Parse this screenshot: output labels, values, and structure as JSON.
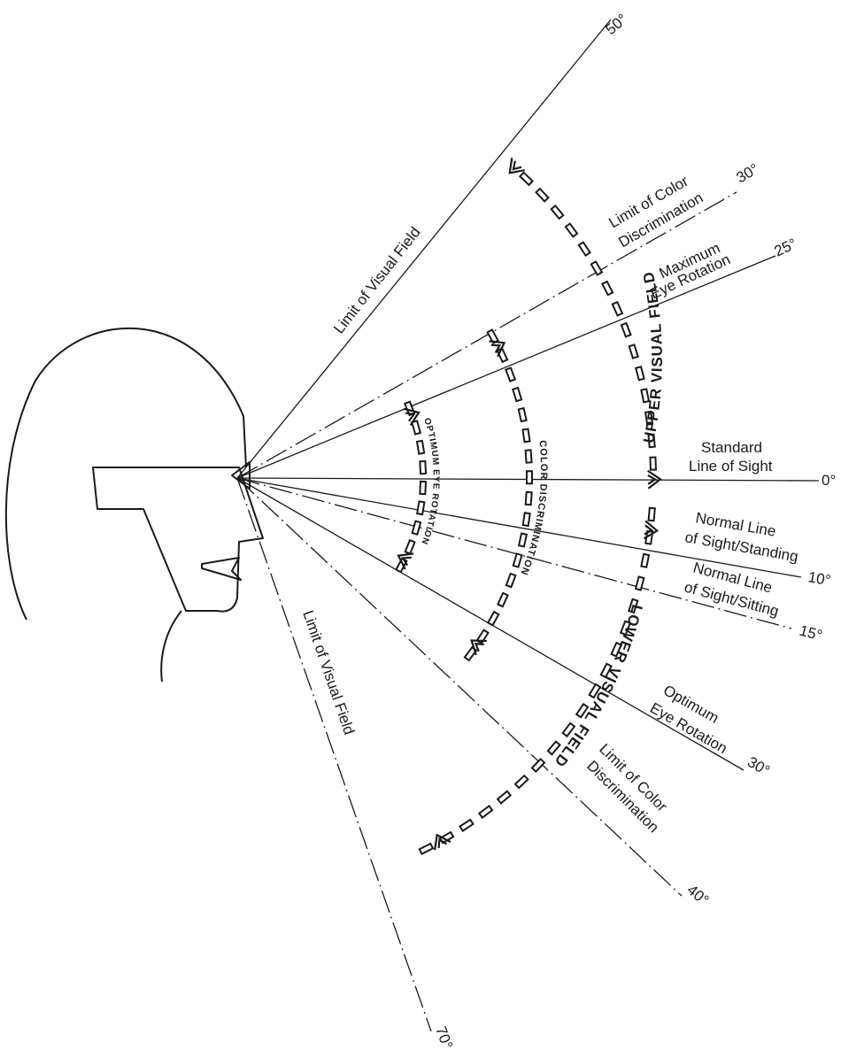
{
  "rays": [
    {
      "id": "up-50",
      "degree": "50°",
      "label": "Limit of Visual Field",
      "style": "solid"
    },
    {
      "id": "up-30",
      "degree": "30°",
      "label": "Limit of Color Discrimination",
      "label_lines": [
        "Limit of Color",
        "Discrimination"
      ],
      "style": "dashdot"
    },
    {
      "id": "up-25",
      "degree": "25°",
      "label": "Maximum Eye Rotation",
      "label_lines": [
        "Maximum",
        "Eye Rotation"
      ],
      "style": "solid"
    },
    {
      "id": "std-0",
      "degree": "0°",
      "label": "Standard Line of Sight",
      "label_lines": [
        "Standard",
        "Line of Sight"
      ],
      "style": "solid"
    },
    {
      "id": "dn-10",
      "degree": "10°",
      "label": "Normal Line of Sight/Standing",
      "label_lines": [
        "Normal Line",
        "of Sight/Standing"
      ],
      "style": "solid"
    },
    {
      "id": "dn-15",
      "degree": "15°",
      "label": "Normal Line of Sight/Sitting",
      "label_lines": [
        "Normal Line",
        "of Sight/Sitting"
      ],
      "style": "dashdot"
    },
    {
      "id": "dn-30",
      "degree": "30°",
      "label": "Optimum Eye Rotation",
      "label_lines": [
        "Optimum",
        "Eye Rotation"
      ],
      "style": "solid"
    },
    {
      "id": "dn-40",
      "degree": "40°",
      "label": "Limit of Color Discrimination",
      "label_lines": [
        "Limit of Color",
        "Discrimination"
      ],
      "style": "dashdot"
    },
    {
      "id": "dn-70",
      "degree": "70°",
      "label": "Limit of Visual Field",
      "style": "dashdot"
    }
  ],
  "zones": {
    "upper_visual_field": "UPPER VISUAL FIELD",
    "lower_visual_field": "LOWER VISUAL FIELD",
    "color_discrimination": "COLOR DISCRIMINATION",
    "optimum_eye_rotation": "OPTIMUM EYE ROTATION"
  }
}
